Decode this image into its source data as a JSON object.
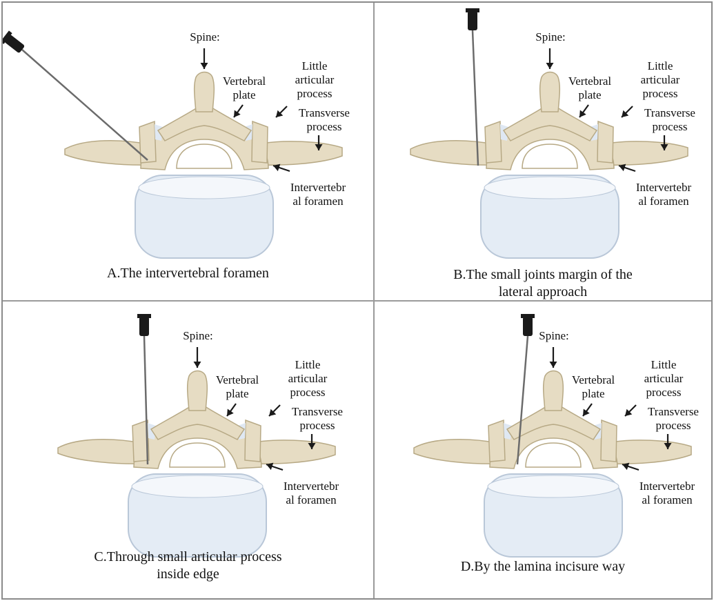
{
  "labels": {
    "spine": "Spine:",
    "vertebral_plate": "Vertebral plate",
    "little_articular_process": "Little articular process",
    "transverse_process": "Transverse process",
    "intervertebral_foramen_line1": "Intervertebr",
    "intervertebral_foramen_line2": "al foramen"
  },
  "panels": [
    {
      "caption_line1": "A.The intervertebral foramen",
      "caption_line2": ""
    },
    {
      "caption_line1": "B.The small joints margin of the",
      "caption_line2": "lateral approach"
    },
    {
      "caption_line1": "C.Through small articular process",
      "caption_line2": "inside edge"
    },
    {
      "caption_line1": "D.By the lamina incisure way",
      "caption_line2": ""
    }
  ],
  "colors": {
    "bone": "#e6dcc3",
    "bone_shadow": "#b7a985",
    "disc": "#e4ecf5",
    "disc_edge": "#b9c7d8",
    "needle": "#6b6b6b",
    "needle_hub": "#1a1a1a",
    "arrow": "#1a1a1a"
  }
}
